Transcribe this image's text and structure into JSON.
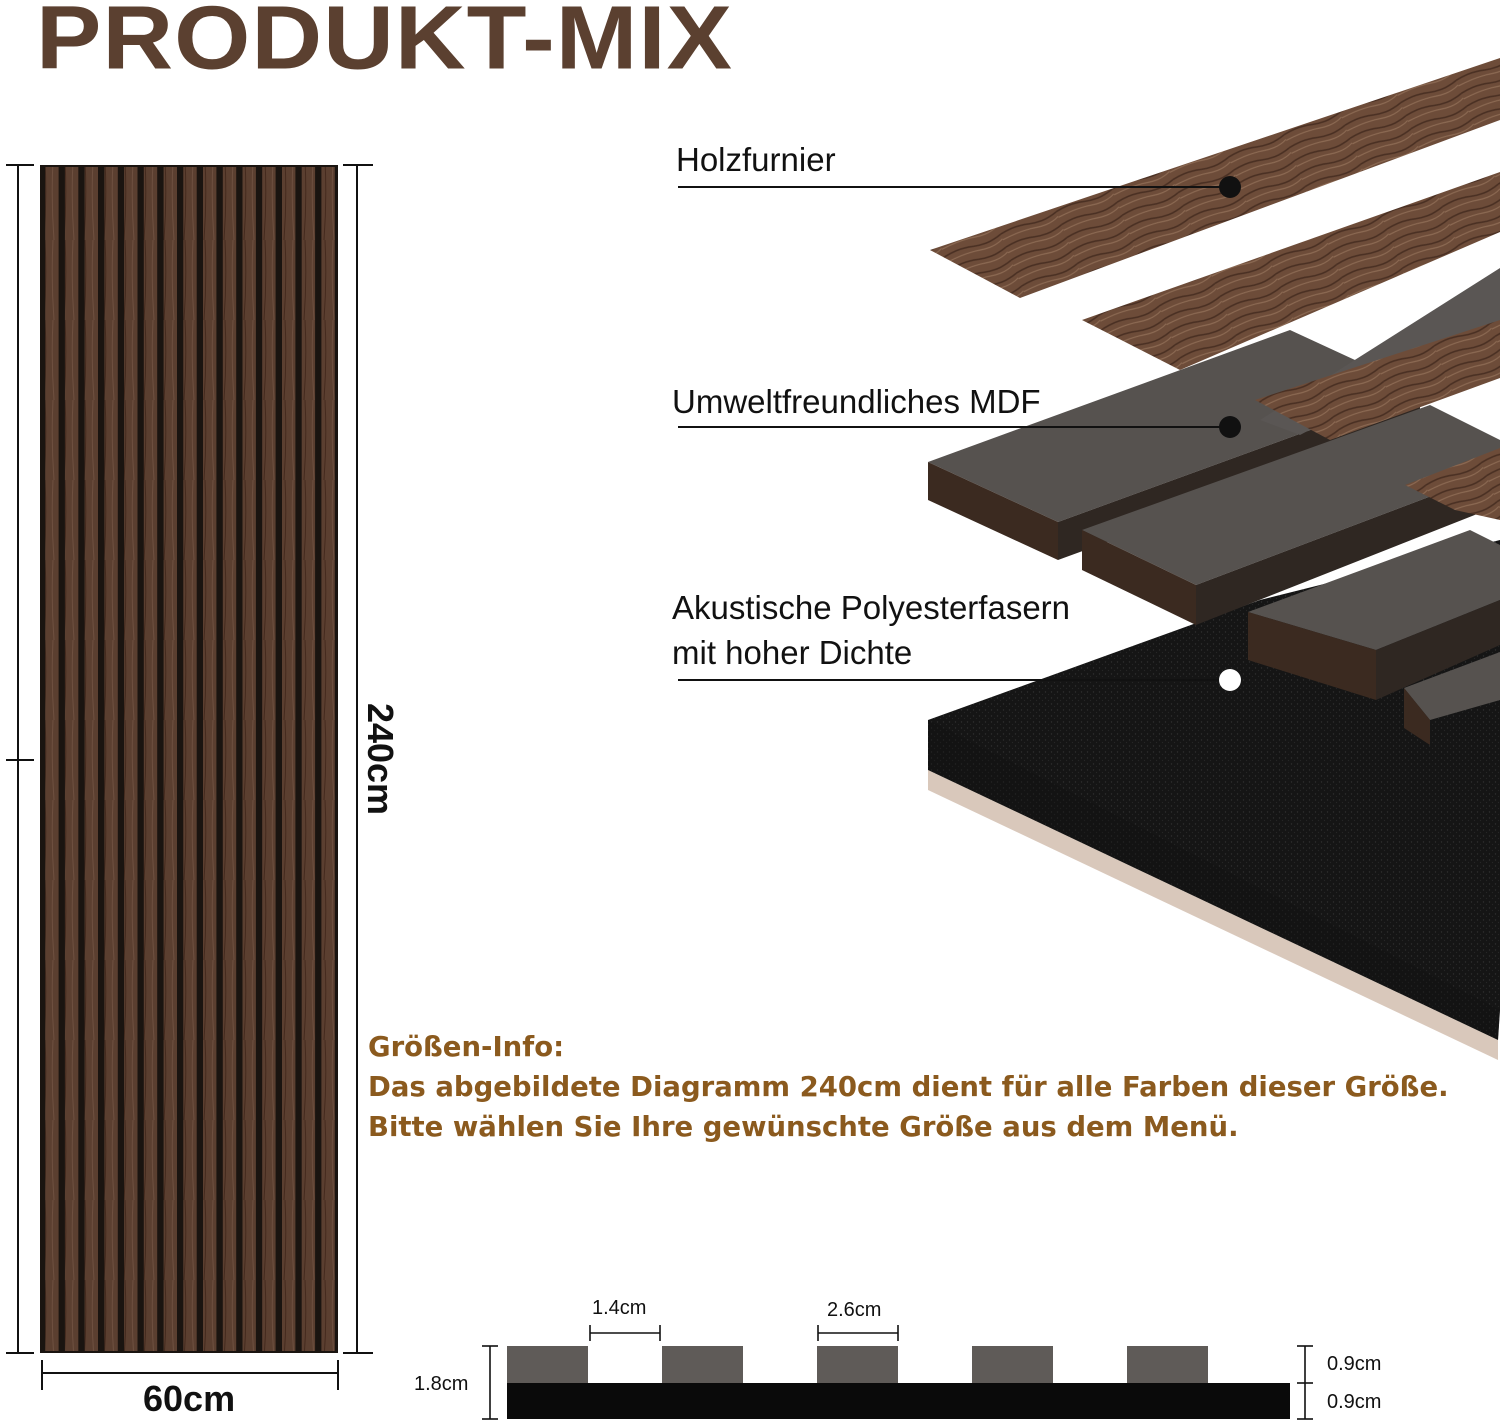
{
  "title": "PRODUKT-MIX",
  "layers": [
    {
      "label": "Holzfurnier"
    },
    {
      "label": "Umweltfreundliches MDF"
    },
    {
      "label_line1": "Akustische Polyesterfasern",
      "label_line2": "mit hoher Dichte"
    }
  ],
  "panel": {
    "height_label": "240cm",
    "width_label": "60cm",
    "wood_color": "#5a3f30",
    "gap_color": "#111111"
  },
  "info": {
    "heading": "Größen-Info:",
    "line1": "Das abgebildete Diagramm 240cm dient für alle Farben dieser Größe.",
    "line2": "Bitte wählen Sie Ihre gewünschte Größe aus dem Menü.",
    "color": "#8b5a1e"
  },
  "cross_section": {
    "gap_label": "1.4cm",
    "slat_label": "2.6cm",
    "total_label": "1.8cm",
    "slat_height_label": "0.9cm",
    "felt_height_label": "0.9cm",
    "slat_color": "#5f5b58",
    "felt_color": "#0a0a0a"
  }
}
